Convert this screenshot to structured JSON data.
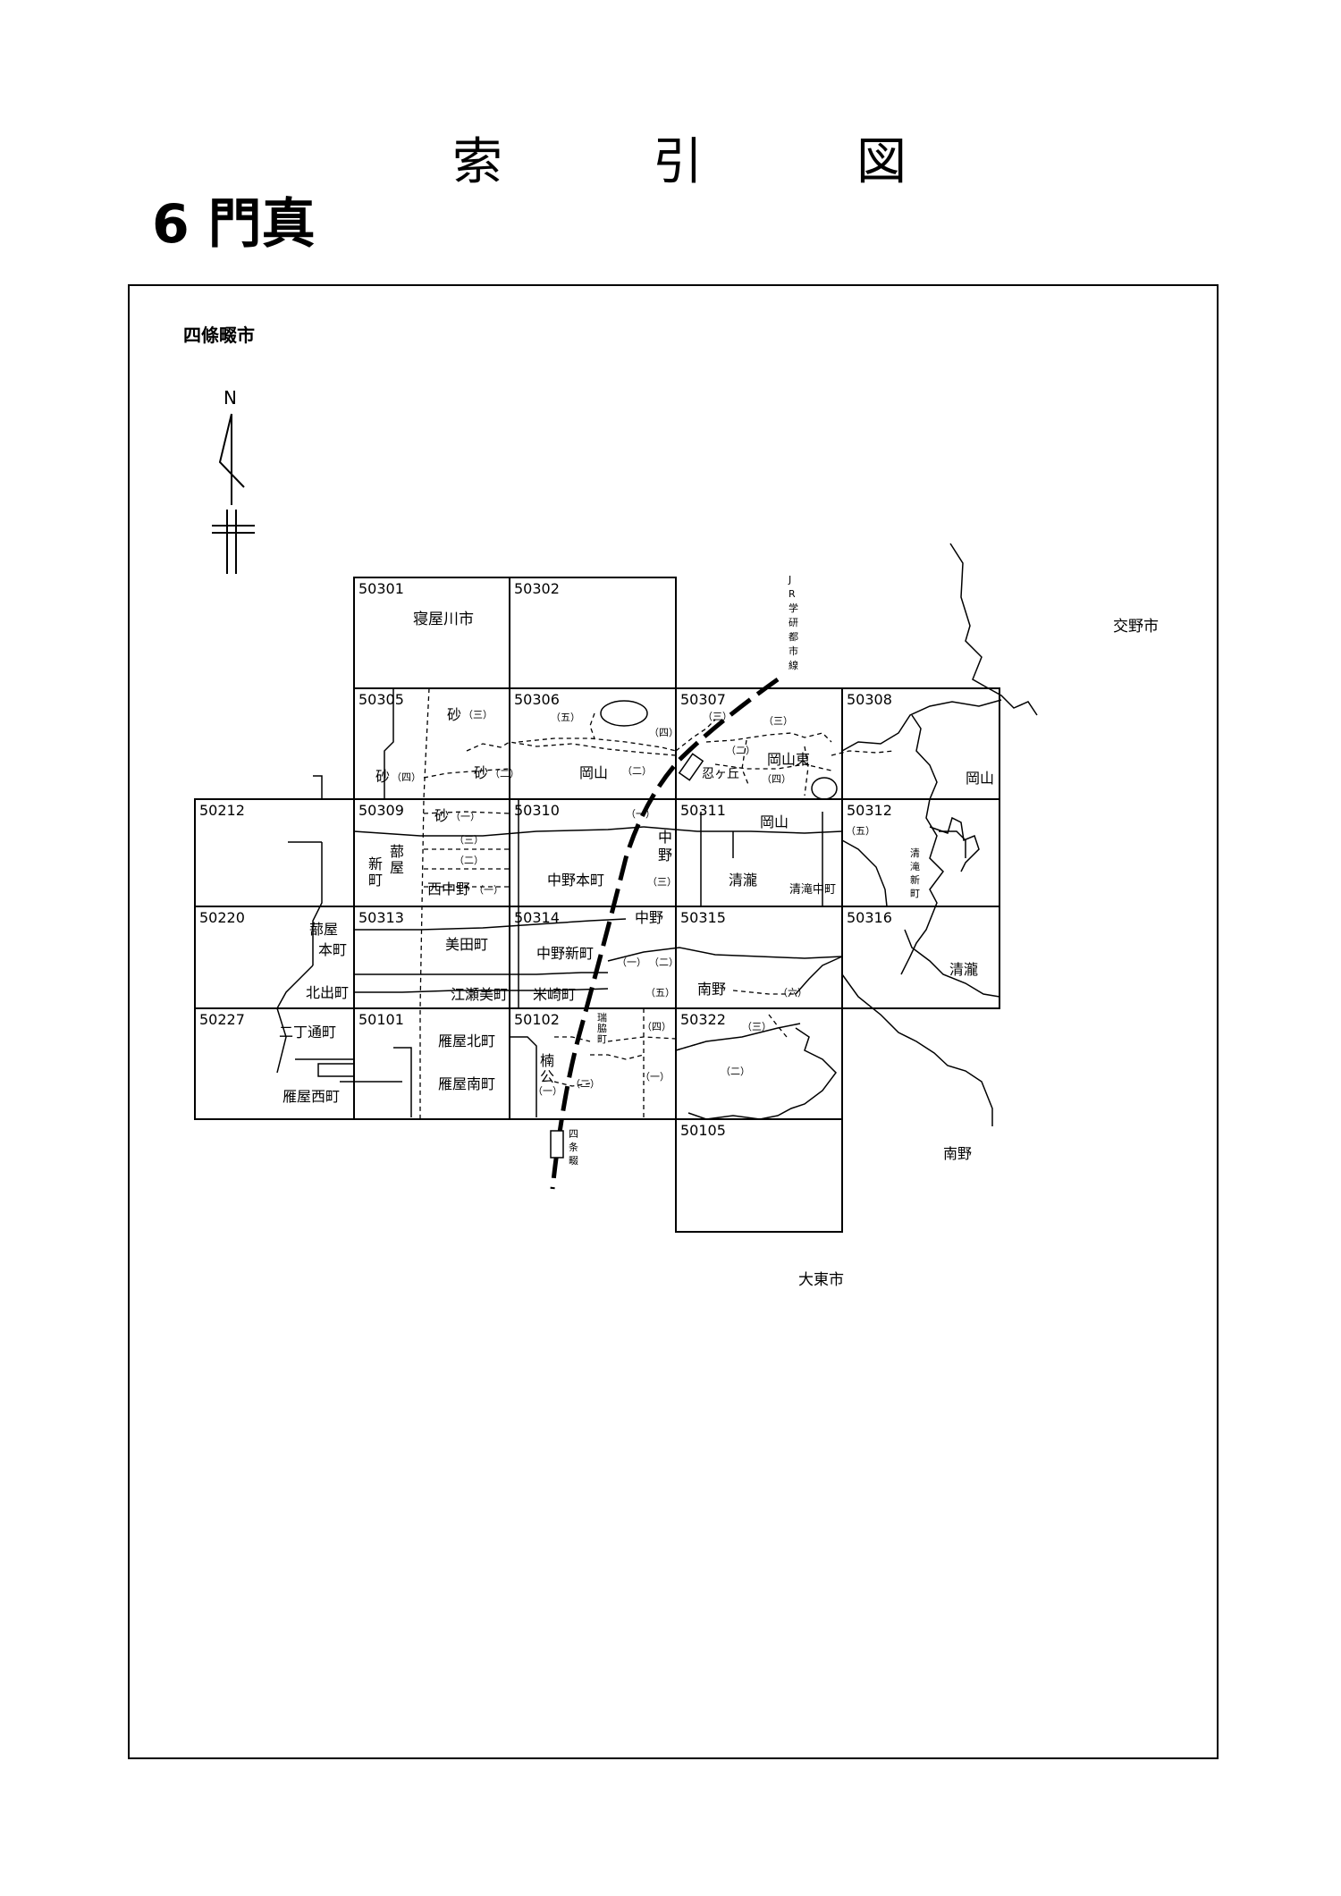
{
  "title": {
    "chars": [
      "索",
      "引",
      "図"
    ]
  },
  "subtitle": "6 門真",
  "north_label": "N",
  "cities": {
    "shijonawate": "四條畷市",
    "neyagawa": "寝屋川市",
    "katano": "交野市",
    "daito": "大東市",
    "nanno_out": "南野"
  },
  "rail": {
    "line_name": [
      "J",
      "R",
      "学",
      "研",
      "都",
      "市",
      "線"
    ],
    "station_shinobu": "忍ヶ丘",
    "station_shijo": [
      "四",
      "条",
      "畷"
    ]
  },
  "sheets": [
    {
      "code": "50301"
    },
    {
      "code": "50302"
    },
    {
      "code": "50305"
    },
    {
      "code": "50306"
    },
    {
      "code": "50307"
    },
    {
      "code": "50308"
    },
    {
      "code": "50212"
    },
    {
      "code": "50309"
    },
    {
      "code": "50310"
    },
    {
      "code": "50311"
    },
    {
      "code": "50312"
    },
    {
      "code": "50220"
    },
    {
      "code": "50313"
    },
    {
      "code": "50314"
    },
    {
      "code": "50315"
    },
    {
      "code": "50316"
    },
    {
      "code": "50227"
    },
    {
      "code": "50101"
    },
    {
      "code": "50102"
    },
    {
      "code": "50322"
    },
    {
      "code": "50105"
    }
  ],
  "towns": {
    "suna": "砂",
    "okayama": "岡山",
    "okayama_higashi": "岡山東",
    "nakano": "中野",
    "nakano_v": [
      "中",
      "野"
    ],
    "nakano_hommachi": "中野本町",
    "nakano_shinmachi": "中野新町",
    "kiyotaki": "清瀧",
    "kiyotaki_nakamachi": "清滝中町",
    "kiyotaki_shinmachi": [
      "清",
      "滝",
      "新",
      "町"
    ],
    "shimotsuya_shinmachi": [
      "蔀屋",
      "新町"
    ],
    "nishinakano": "西中野",
    "shitomiya_hommachi": [
      "蔀屋",
      "本町"
    ],
    "kitade": "北出町",
    "mitacho": "美田町",
    "esemi": "江瀬美町",
    "yonezaki": "米崎町",
    "nanno": "南野",
    "nichome": "二丁通町",
    "kariya_kita": "雁屋北町",
    "kariya_minami": "雁屋南町",
    "kariya_nishi": "雁屋西町",
    "kusunoki": [
      "楠",
      "公"
    ],
    "zuiwaki": [
      "瑞",
      "脇",
      "町"
    ]
  },
  "chome": {
    "one": "（一）",
    "two": "（二）",
    "three": "（三）",
    "four": "（四）",
    "five": "（五）",
    "six": "（六）"
  },
  "colors": {
    "line": "#000000",
    "background": "#ffffff"
  }
}
